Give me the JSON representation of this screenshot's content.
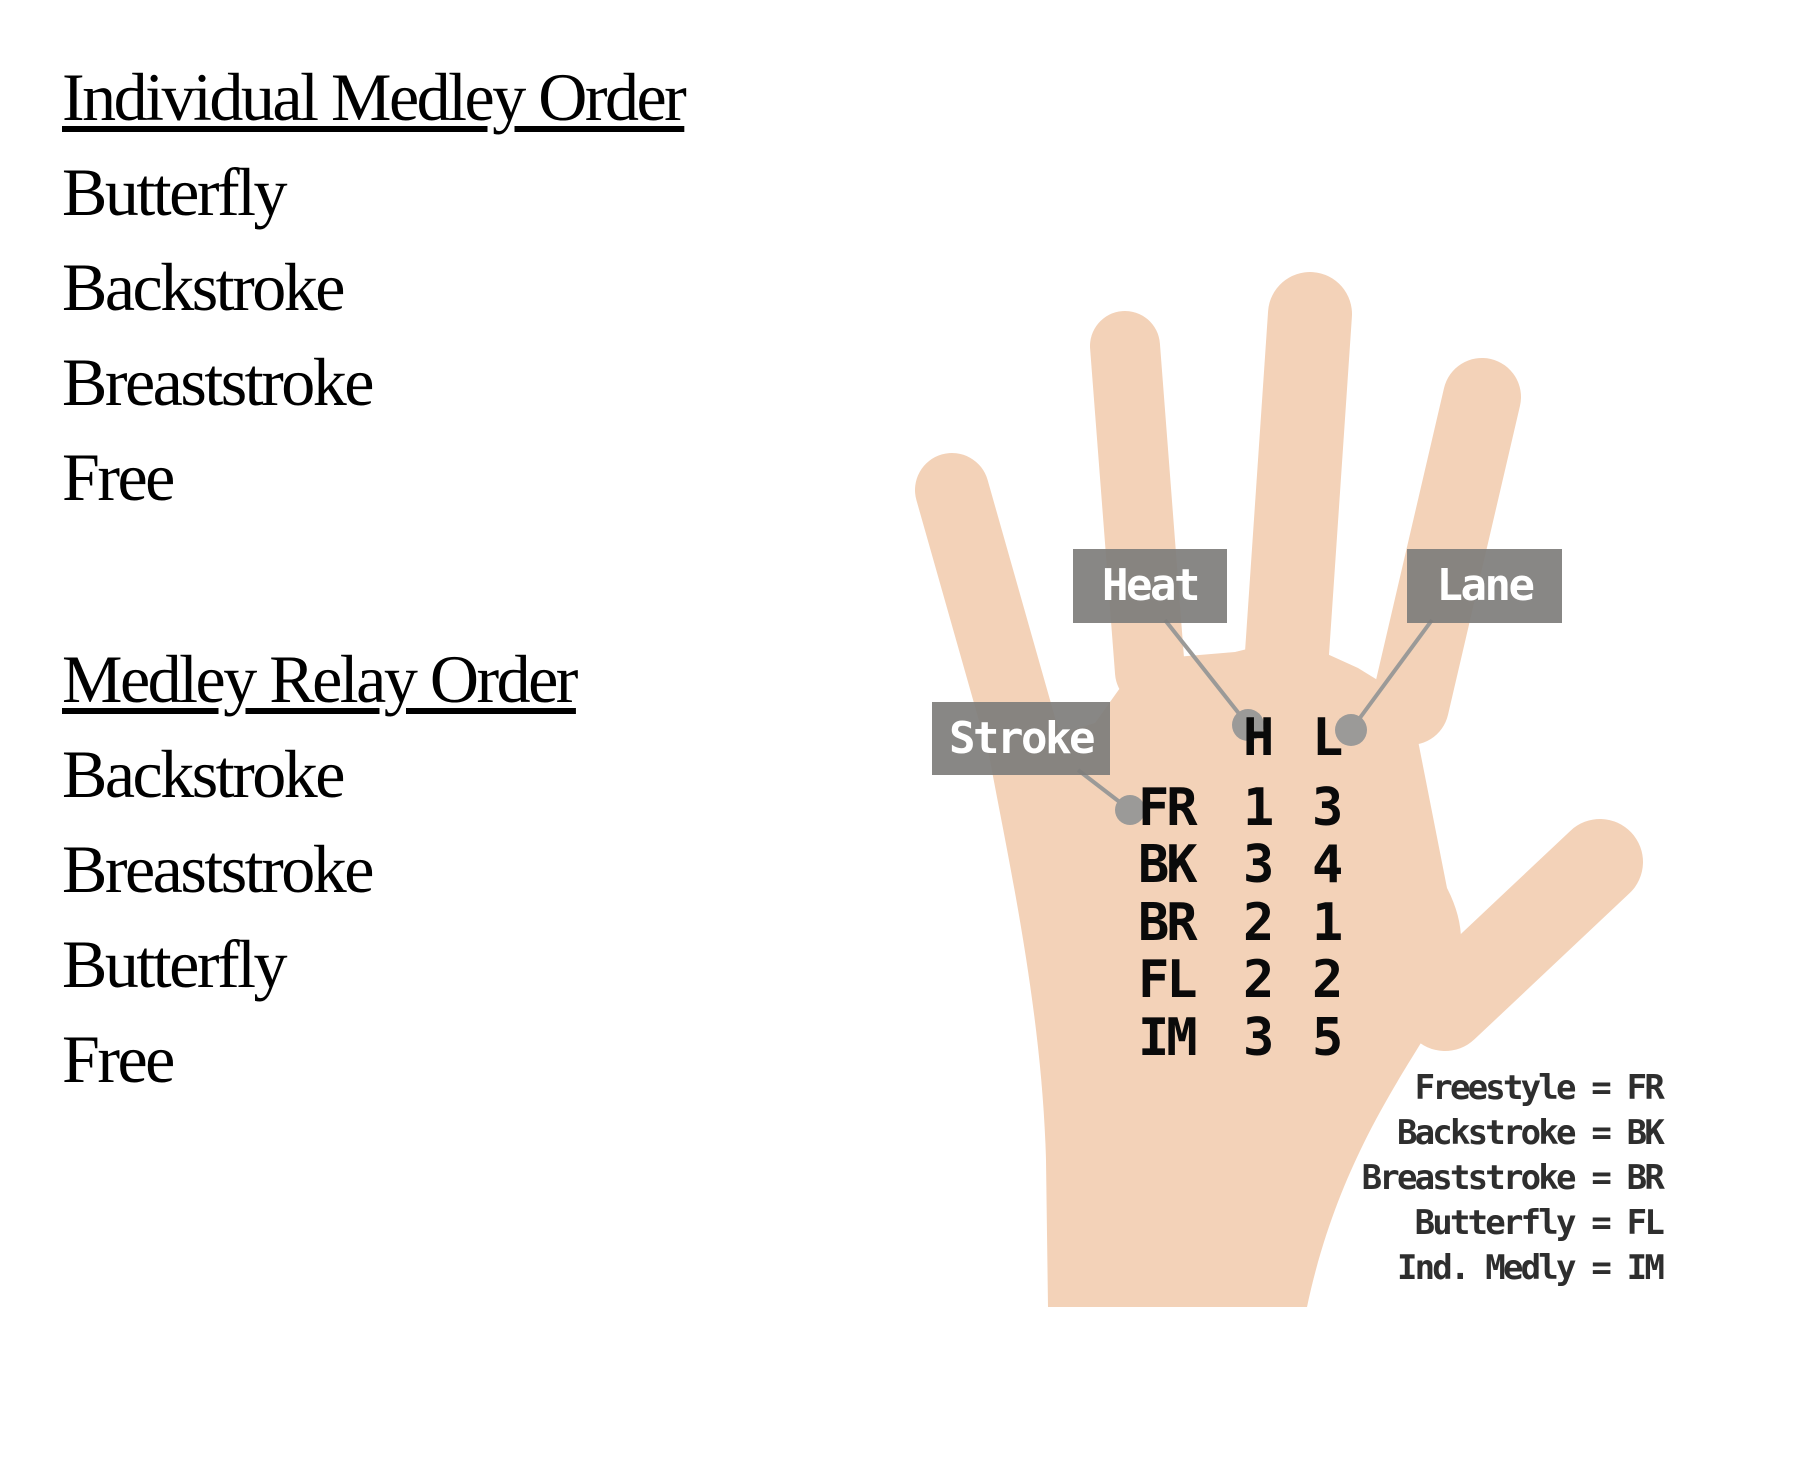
{
  "colors": {
    "background": "#ffffff",
    "skin": "#f3d2b8",
    "callout_box": "#7e7d7b",
    "callout_text": "#ffffff",
    "connector": "#9b9a98",
    "table_text": "#0a0a0a",
    "legend_text": "#2e2e2e",
    "list_text": "#000000"
  },
  "left_column": {
    "individual": {
      "heading": "Individual Medley Order",
      "items": [
        "Butterfly",
        "Backstroke",
        "Breaststroke",
        "Free"
      ]
    },
    "relay": {
      "heading": "Medley Relay Order",
      "items": [
        "Backstroke",
        "Breaststroke",
        "Butterfly",
        "Free"
      ]
    }
  },
  "hand_diagram": {
    "callouts": {
      "heat": "Heat",
      "lane": "Lane",
      "stroke": "Stroke"
    },
    "table": {
      "headers": {
        "heat": "H",
        "lane": "L"
      },
      "rows": [
        {
          "stroke": "FR",
          "heat": "1",
          "lane": "3"
        },
        {
          "stroke": "BK",
          "heat": "3",
          "lane": "4"
        },
        {
          "stroke": "BR",
          "heat": "2",
          "lane": "1"
        },
        {
          "stroke": "FL",
          "heat": "2",
          "lane": "2"
        },
        {
          "stroke": "IM",
          "heat": "3",
          "lane": "5"
        }
      ]
    },
    "legend": [
      "Freestyle = FR",
      "Backstroke = BK",
      "Breaststroke = BR",
      "Butterfly = FL",
      "Ind. Medly = IM"
    ]
  }
}
